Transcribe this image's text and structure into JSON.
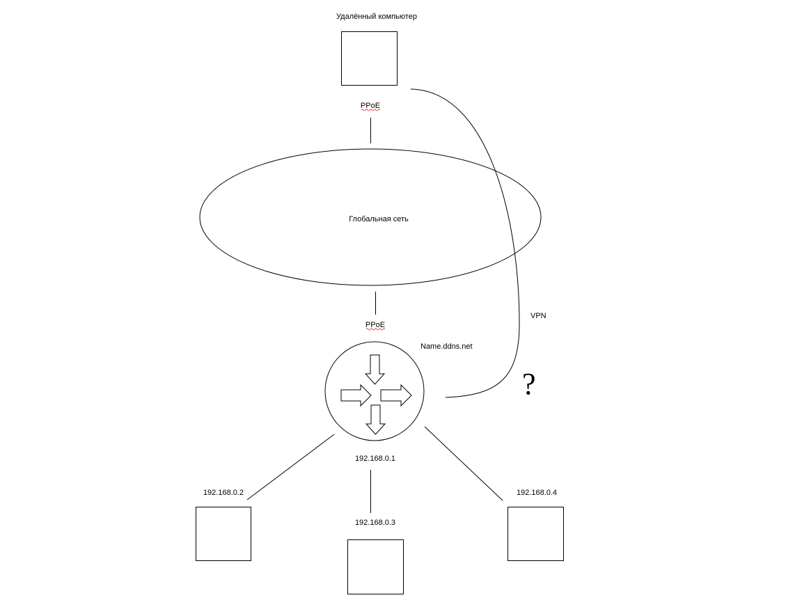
{
  "diagram": {
    "remote_computer_label": "Удалённый компьютер",
    "pppoe_top_label": "PPoE",
    "global_network_label": "Глобальная сеть",
    "pppoe_bottom_label": "PPoE",
    "router_hostname": "Name.ddns.net",
    "router_ip": "192.168.0.1",
    "vpn_label": "VPN",
    "question_mark": "?",
    "hosts": [
      {
        "ip": "192.168.0.2"
      },
      {
        "ip": "192.168.0.3"
      },
      {
        "ip": "192.168.0.4"
      }
    ]
  }
}
